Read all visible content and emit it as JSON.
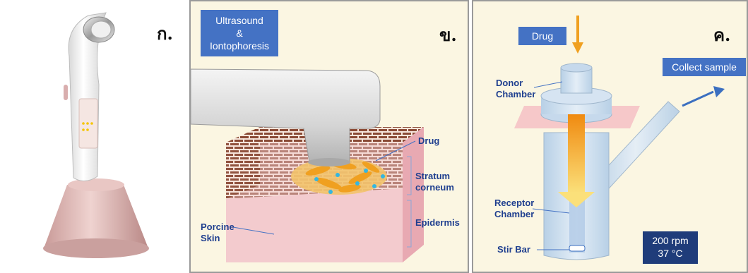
{
  "panel_a": {
    "label": "ก."
  },
  "panel_b": {
    "label": "ข.",
    "method_box": {
      "line1": "Ultrasound",
      "line2": "&",
      "line3": "Iontophoresis"
    },
    "drug": "Drug",
    "stratum_line1": "Stratum",
    "stratum_line2": "corneum",
    "epidermis": "Epidermis",
    "porcine_line1": "Porcine",
    "porcine_line2": "Skin"
  },
  "panel_c": {
    "label": "ค.",
    "drug_box": "Drug",
    "collect_box": "Collect sample",
    "donor_line1": "Donor",
    "donor_line2": "Chamber",
    "receptor_line1": "Receptor",
    "receptor_line2": "Chamber",
    "stir_bar": "Stir Bar",
    "conditions_line1": "200 rpm",
    "conditions_line2": "37 °C"
  },
  "colors": {
    "cream": "#fbf6e2",
    "blue_box": "#4472c4",
    "navy_box": "#1f3c7a",
    "label_text": "#1f3f8f",
    "drug_arrow": "#f0a020",
    "skin_pink": "#f2c6cc",
    "brick": "#8a4a35",
    "glass": "#c9dcec",
    "base_rose": "#d9aeae"
  }
}
